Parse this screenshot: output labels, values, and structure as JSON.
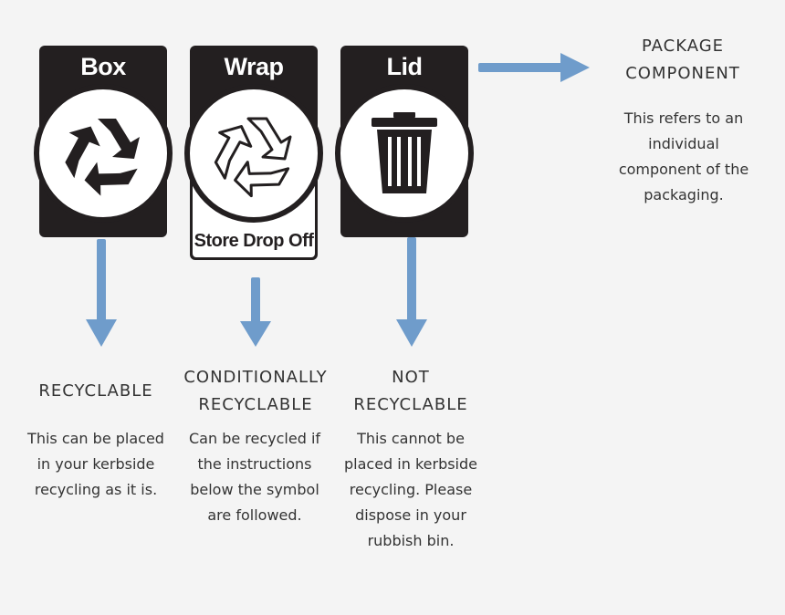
{
  "components": [
    {
      "label": "Box",
      "icon": "recycle-solid-icon",
      "status_heading": "RECYCLABLE",
      "description": "This can be placed in your kerbside recycling as it is."
    },
    {
      "label": "Wrap",
      "icon": "recycle-outline-icon",
      "instruction": "Store Drop Off",
      "status_heading": "CONDITIONALLY RECYCLABLE",
      "description": "Can be recycled if the instructions below the symbol are followed."
    },
    {
      "label": "Lid",
      "icon": "trash-bin-icon",
      "status_heading": "NOT RECYCLABLE",
      "description": "This cannot be placed in kerbside recycling. Please dispose in your rubbish bin."
    }
  ],
  "package_component": {
    "heading": "PACKAGE COMPONENT",
    "description": "This refers to an individual component of the packaging."
  },
  "colors": {
    "label_dark": "#231f20",
    "arrow_blue": "#6f9ccb",
    "background": "#f4f4f4",
    "text": "#333333"
  }
}
